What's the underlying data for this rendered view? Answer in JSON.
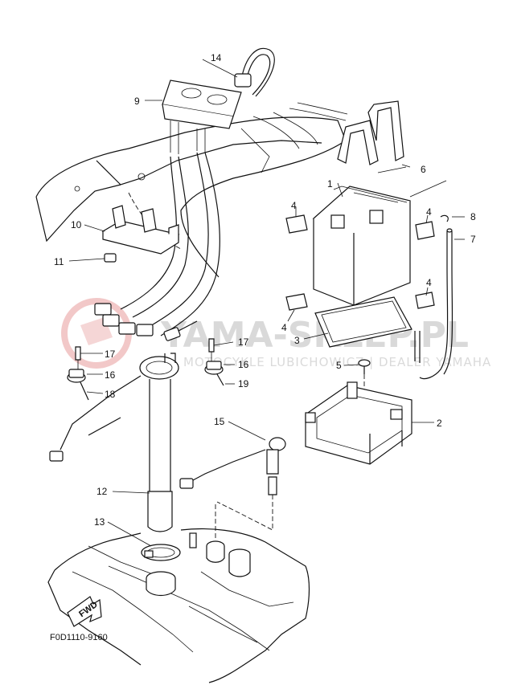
{
  "diagram": {
    "code": "F0D1110-9160",
    "fwd_label": "FWD",
    "watermark": {
      "main": "YAMA-SKLEP.PL",
      "sub": "MOTOCYKLE LUBICHOWICZ | DEALER YAMAHA"
    },
    "callouts": [
      "1",
      "2",
      "3",
      "4",
      "4",
      "4",
      "4",
      "5",
      "6",
      "7",
      "8",
      "9",
      "10",
      "11",
      "12",
      "13",
      "14",
      "15",
      "16",
      "16",
      "17",
      "17",
      "18",
      "19"
    ]
  }
}
